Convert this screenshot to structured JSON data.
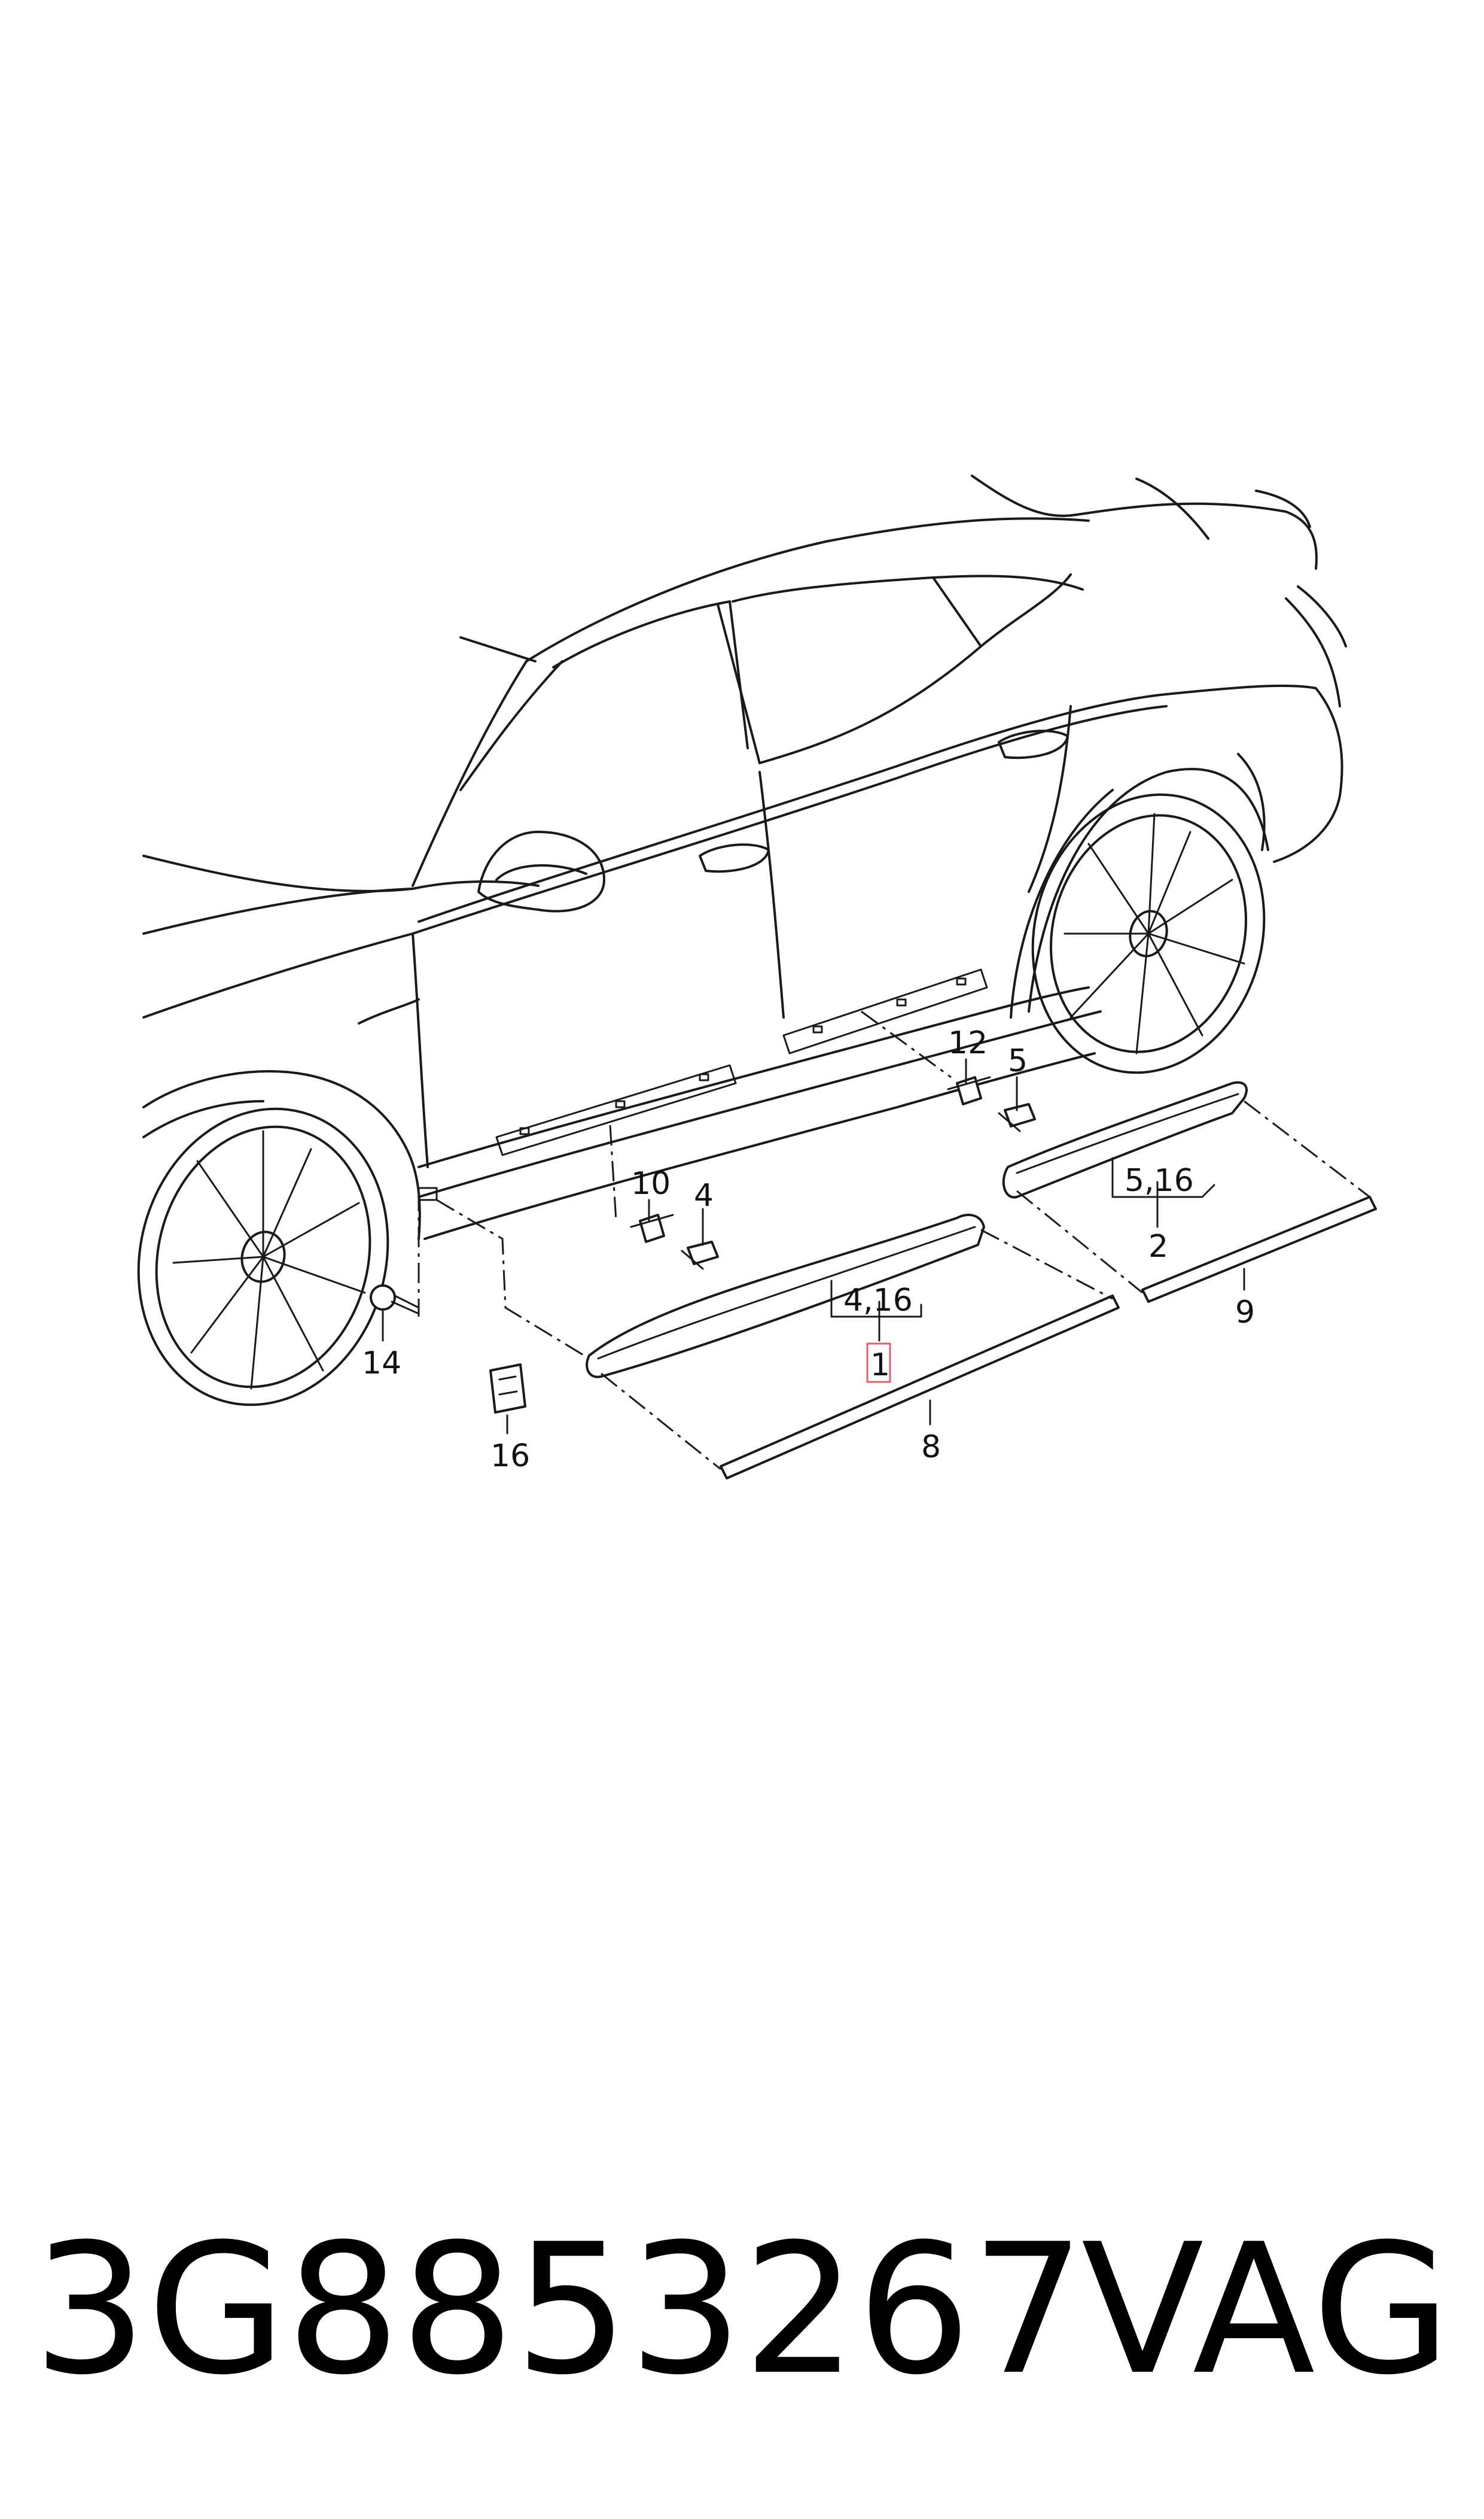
{
  "callouts": {
    "c1": "1",
    "c2": "2",
    "c4": "4",
    "c4_16": "4,16",
    "c5": "5",
    "c5_16": "5,16",
    "c8": "8",
    "c9": "9",
    "c10": "10",
    "c12": "12",
    "c14": "14",
    "c16": "16"
  },
  "highlight_color": "#e06070",
  "footer": {
    "part_number": "3G8853267",
    "brand": "VAG"
  }
}
